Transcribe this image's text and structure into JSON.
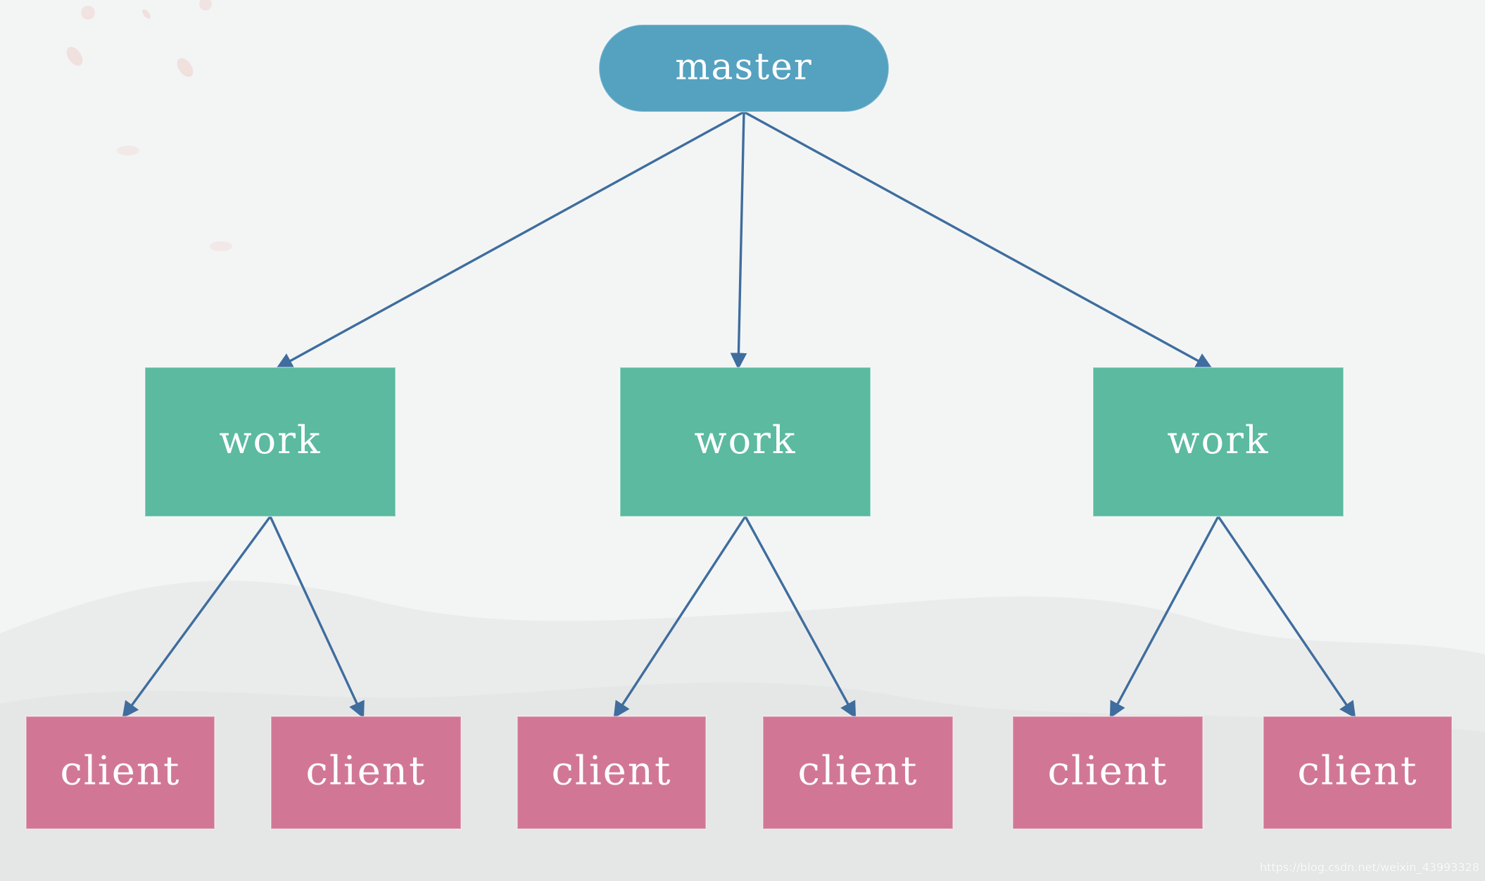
{
  "colors": {
    "background": "#f3f5f5",
    "master_fill": "#55a1c0",
    "work_fill": "#5bba9f",
    "client_fill": "#d17795",
    "edge": "#3f6d9e",
    "text": "#ffffff"
  },
  "nodes": {
    "master": {
      "label": "master"
    },
    "workers": [
      {
        "label": "work"
      },
      {
        "label": "work"
      },
      {
        "label": "work"
      }
    ],
    "clients": [
      {
        "label": "client"
      },
      {
        "label": "client"
      },
      {
        "label": "client"
      },
      {
        "label": "client"
      },
      {
        "label": "client"
      },
      {
        "label": "client"
      }
    ]
  },
  "edges": [
    {
      "from": "master",
      "to": "worker-0"
    },
    {
      "from": "master",
      "to": "worker-1"
    },
    {
      "from": "master",
      "to": "worker-2"
    },
    {
      "from": "worker-0",
      "to": "client-0"
    },
    {
      "from": "worker-0",
      "to": "client-1"
    },
    {
      "from": "worker-1",
      "to": "client-2"
    },
    {
      "from": "worker-1",
      "to": "client-3"
    },
    {
      "from": "worker-2",
      "to": "client-4"
    },
    {
      "from": "worker-2",
      "to": "client-5"
    }
  ],
  "watermark": "https://blog.csdn.net/weixin_43993328"
}
